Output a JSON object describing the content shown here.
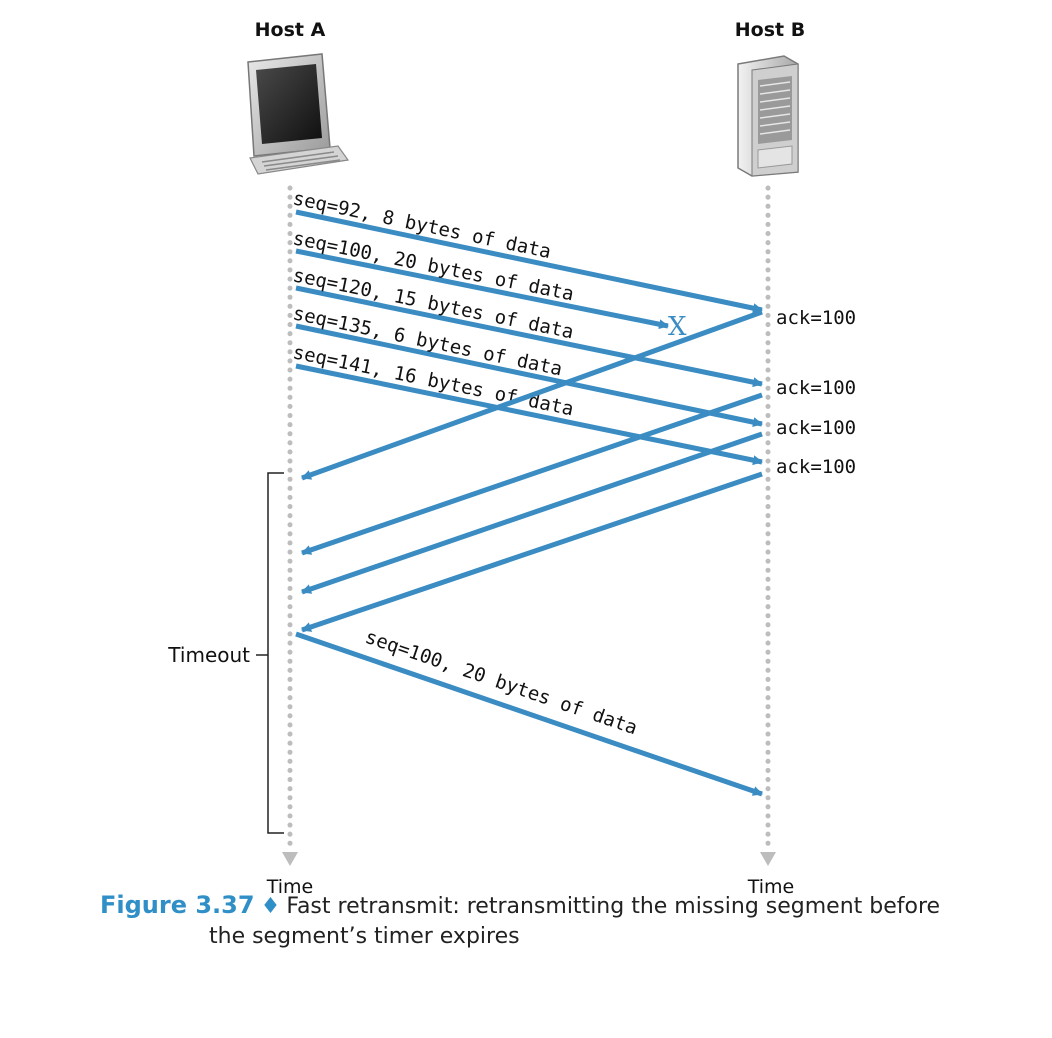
{
  "hosts": {
    "a": {
      "label": "Host A"
    },
    "b": {
      "label": "Host B"
    }
  },
  "time_labels": {
    "a": "Time",
    "b": "Time"
  },
  "timeout_label": "Timeout",
  "colors": {
    "arrow": "#3a8cc2",
    "lifeline": "#bdbdbd",
    "loss": "#3a8cc2",
    "caption_accent": "#2f8fc6"
  },
  "icons": {
    "host_a": "desktop-computer-icon",
    "host_b": "server-tower-icon"
  },
  "messages": [
    {
      "label": "seq=92, 8 bytes of data"
    },
    {
      "label": "seq=100, 20 bytes of data",
      "lost": true
    },
    {
      "label": "seq=120, 15 bytes of data"
    },
    {
      "label": "seq=135, 6 bytes of data"
    },
    {
      "label": "seq=141, 16 bytes of data"
    }
  ],
  "acks": [
    {
      "label": "ack=100"
    },
    {
      "label": "ack=100"
    },
    {
      "label": "ack=100"
    },
    {
      "label": "ack=100"
    }
  ],
  "loss_mark": "X",
  "retransmission": {
    "label": "seq=100, 20 bytes of data"
  },
  "caption": {
    "figure_number": "Figure 3.37",
    "separator": "♦",
    "line1": "Fast retransmit: retransmitting the missing segment before",
    "line2": "the segment’s timer expires"
  }
}
